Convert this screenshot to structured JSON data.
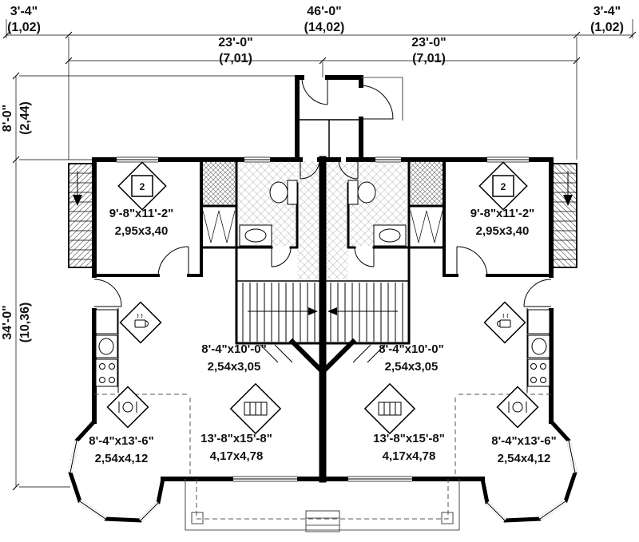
{
  "dimensions": {
    "top_left_ft": "3'-4\"",
    "top_left_m": "(1,02)",
    "top_center_ft": "46'-0\"",
    "top_center_m": "(14,02)",
    "top_right_ft": "3'-4\"",
    "top_right_m": "(1,02)",
    "span_left_ft": "23'-0\"",
    "span_left_m": "(7,01)",
    "span_right_ft": "23'-0\"",
    "span_right_m": "(7,01)",
    "side_upper_ft": "8'-0\"",
    "side_upper_m": "(2,44)",
    "side_lower_ft": "34'-0\"",
    "side_lower_m": "(10,36)"
  },
  "rooms": {
    "bedroom_left_ft": "9'-8\"x11'-2\"",
    "bedroom_left_m": "2,95x3,40",
    "bedroom_right_ft": "9'-8\"x11'-2\"",
    "bedroom_right_m": "2,95x3,40",
    "dining_left_ft": "8'-4\"x10'-0\"",
    "dining_left_m": "2,54x3,05",
    "dining_right_ft": "8'-4\"x10'-0\"",
    "dining_right_m": "2,54x3,05",
    "living_left_ft": "13'-8\"x15'-8\"",
    "living_left_m": "4,17x4,78",
    "living_right_ft": "13'-8\"x15'-8\"",
    "living_right_m": "4,17x4,78",
    "front_left_ft": "8'-4\"x13'-6\"",
    "front_left_m": "2,54x4,12",
    "front_right_ft": "8'-4\"x13'-6\"",
    "front_right_m": "2,54x4,12"
  },
  "symbols": {
    "ceiling_fan_left": "2",
    "ceiling_fan_right": "2"
  },
  "colors": {
    "ink": "#000000",
    "hatch": "#777777"
  }
}
